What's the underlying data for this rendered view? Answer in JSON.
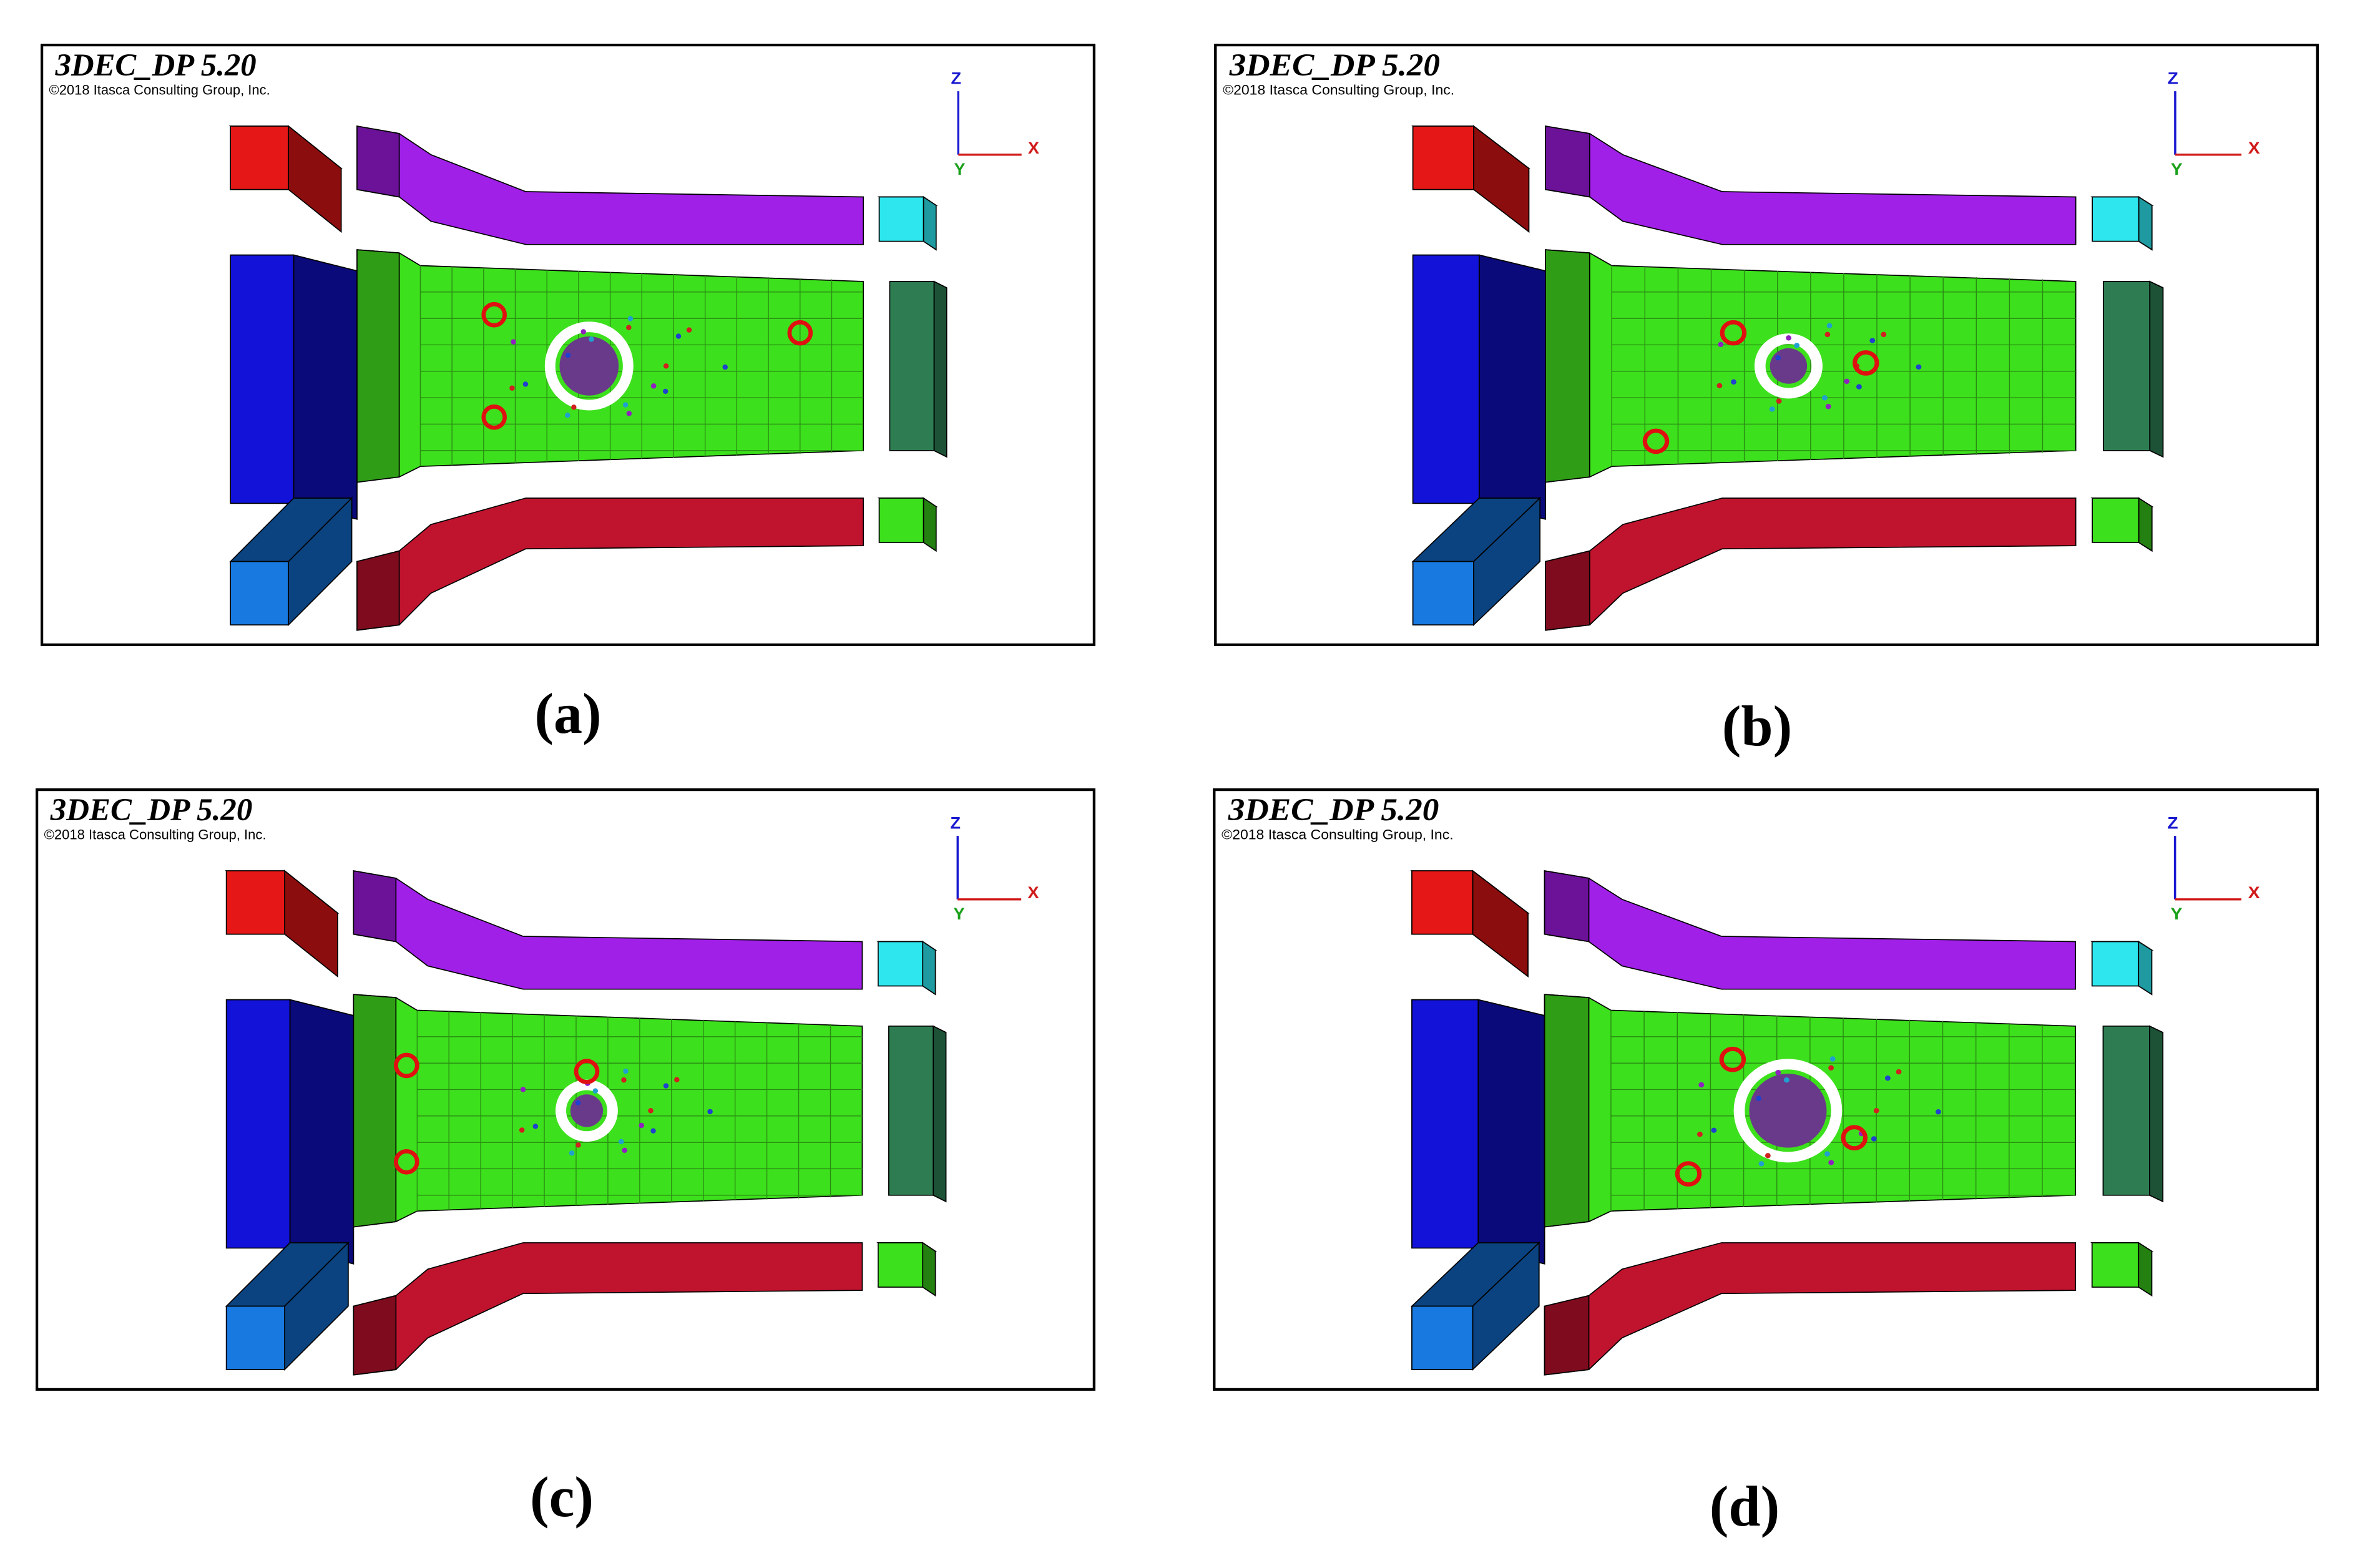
{
  "software_title": "3DEC_DP 5.20",
  "copyright": "©2018 Itasca Consulting Group, Inc.",
  "axes": {
    "z": "Z",
    "x": "X",
    "y": "Y"
  },
  "colors": {
    "background": "#ffffff",
    "frame": "#000000",
    "green_mesh": "#3de01c",
    "green_dark": "#2f9e16",
    "purple": "#a020e8",
    "purple_dark": "#6b1299",
    "red_top": "#e61717",
    "red_top_dark": "#8c0d0d",
    "blue_left": "#1212d8",
    "blue_left_dark": "#0a0a7a",
    "blue_light": "#1879e0",
    "blue_light_dark": "#0b4380",
    "crimson": "#c0142e",
    "crimson_dark": "#7e0c1e",
    "cyan": "#2ee6ee",
    "teal_green": "#2e7d52",
    "bright_green": "#3de01c",
    "marker_red": "#e01010",
    "marker_white": "#ffffff"
  },
  "panels": [
    {
      "id": "a",
      "caption": "(a)",
      "large_ring": 1.0,
      "red_markers": [
        [
          0.43,
          0.45
        ],
        [
          0.43,
          0.62
        ],
        [
          0.72,
          0.48
        ]
      ]
    },
    {
      "id": "b",
      "caption": "(b)",
      "large_ring": 0.6,
      "red_markers": [
        [
          0.47,
          0.48
        ],
        [
          0.4,
          0.66
        ],
        [
          0.59,
          0.53
        ]
      ]
    },
    {
      "id": "c",
      "caption": "(c)",
      "large_ring": 0.55,
      "red_markers": [
        [
          0.35,
          0.46
        ],
        [
          0.35,
          0.62
        ],
        [
          0.52,
          0.47
        ]
      ]
    },
    {
      "id": "d",
      "caption": "(d)",
      "large_ring": 1.25,
      "red_markers": [
        [
          0.47,
          0.45
        ],
        [
          0.43,
          0.64
        ],
        [
          0.58,
          0.58
        ]
      ]
    }
  ]
}
